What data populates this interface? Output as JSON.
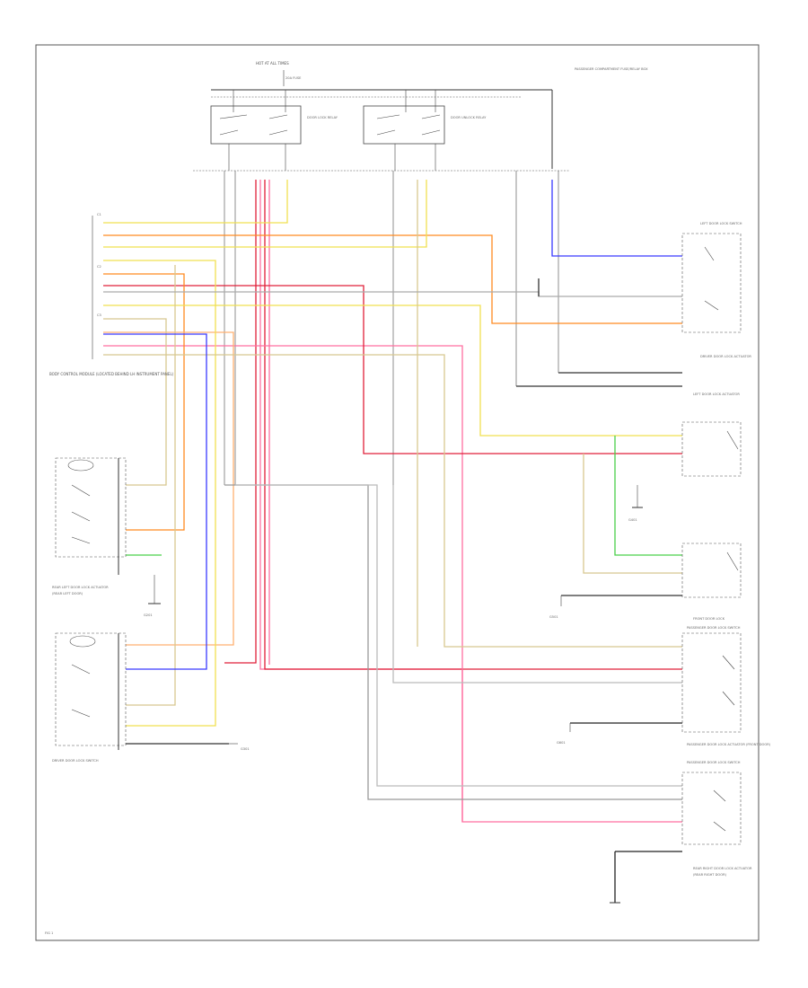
{
  "labels": {
    "hot_all_times": "HOT AT ALL TIMES",
    "fuse": "20A FUSE",
    "fuse_block": "PASSENGER COMPARTMENT FUSE/RELAY BOX",
    "relay_a": "DOOR LOCK RELAY",
    "relay_b": "DOOR UNLOCK RELAY",
    "bcm": "BODY CONTROL MODULE (LOCATED BEHIND LH INSTRUMENT PANEL)",
    "rear_lh_actuator": "REAR LEFT DOOR LOCK ACTUATOR",
    "rear_lh_note": "(REAR LEFT DOOR)",
    "lh_door_module": "LEFT DOOR LOCK SWITCH",
    "driver_switch": "DRIVER DOOR LOCK SWITCH",
    "driver_actuator": "DRIVER DOOR LOCK ACTUATOR",
    "left_door_lock": "LEFT DOOR LOCK ACTUATOR",
    "front_door_lock": "FRONT DOOR LOCK",
    "pass_lock_switch": "PASSENGER DOOR LOCK SWITCH",
    "pass_actuator": "PASSENGER DOOR LOCK ACTUATOR (FRONT DOOR)",
    "pass_door_module": "PASSENGER DOOR LOCK SWITCH",
    "rear_rh_actuator": "REAR RIGHT DOOR LOCK ACTUATOR",
    "rear_rh_note": "(REAR RIGHT DOOR)",
    "ground_g1": "G201",
    "ground_g2": "G301",
    "ground_g3": "G401",
    "ground_g4": "G501",
    "ground_g5": "G601",
    "footer_code": "FIG 1"
  },
  "colors": {
    "pink": "#ff6fa0",
    "red": "#e0203a",
    "orange": "#ff8a20",
    "yellow": "#f0e050",
    "tan": "#d8c890",
    "blue": "#3a3aff",
    "green": "#4ad04a",
    "gray": "#999999",
    "black": "#222222",
    "brown": "#a07040"
  }
}
